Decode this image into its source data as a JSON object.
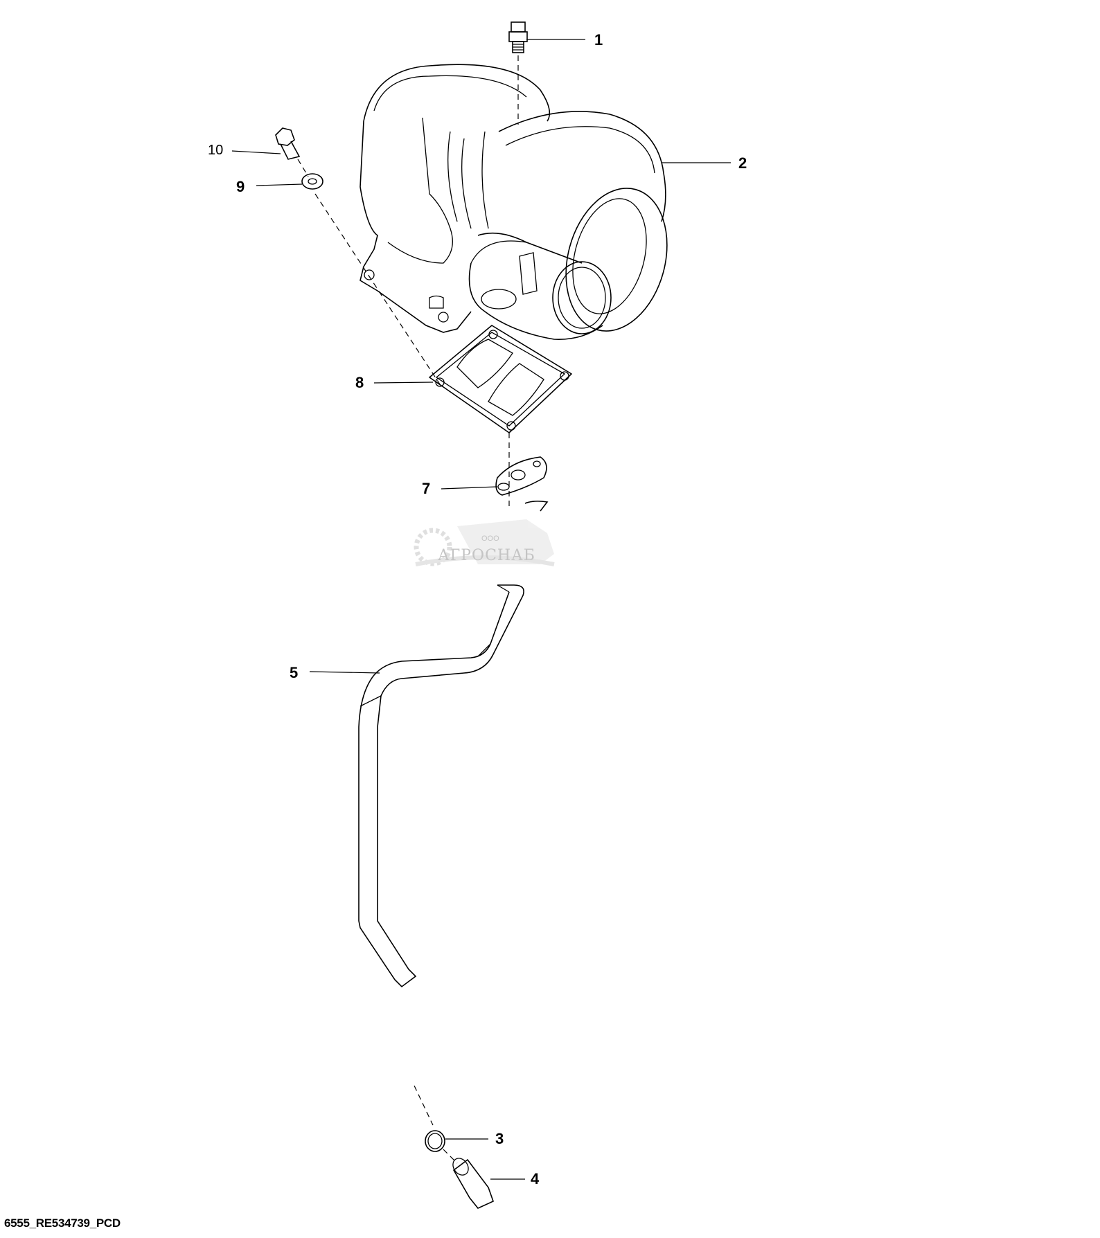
{
  "diagram": {
    "callouts": [
      "1",
      "2",
      "3",
      "4",
      "5",
      "7",
      "8",
      "9",
      "10"
    ],
    "drawing_code": "6555_RE534739_PCD",
    "watermark": {
      "prefix": "ООО",
      "name": "АГРОСНАБ"
    }
  }
}
